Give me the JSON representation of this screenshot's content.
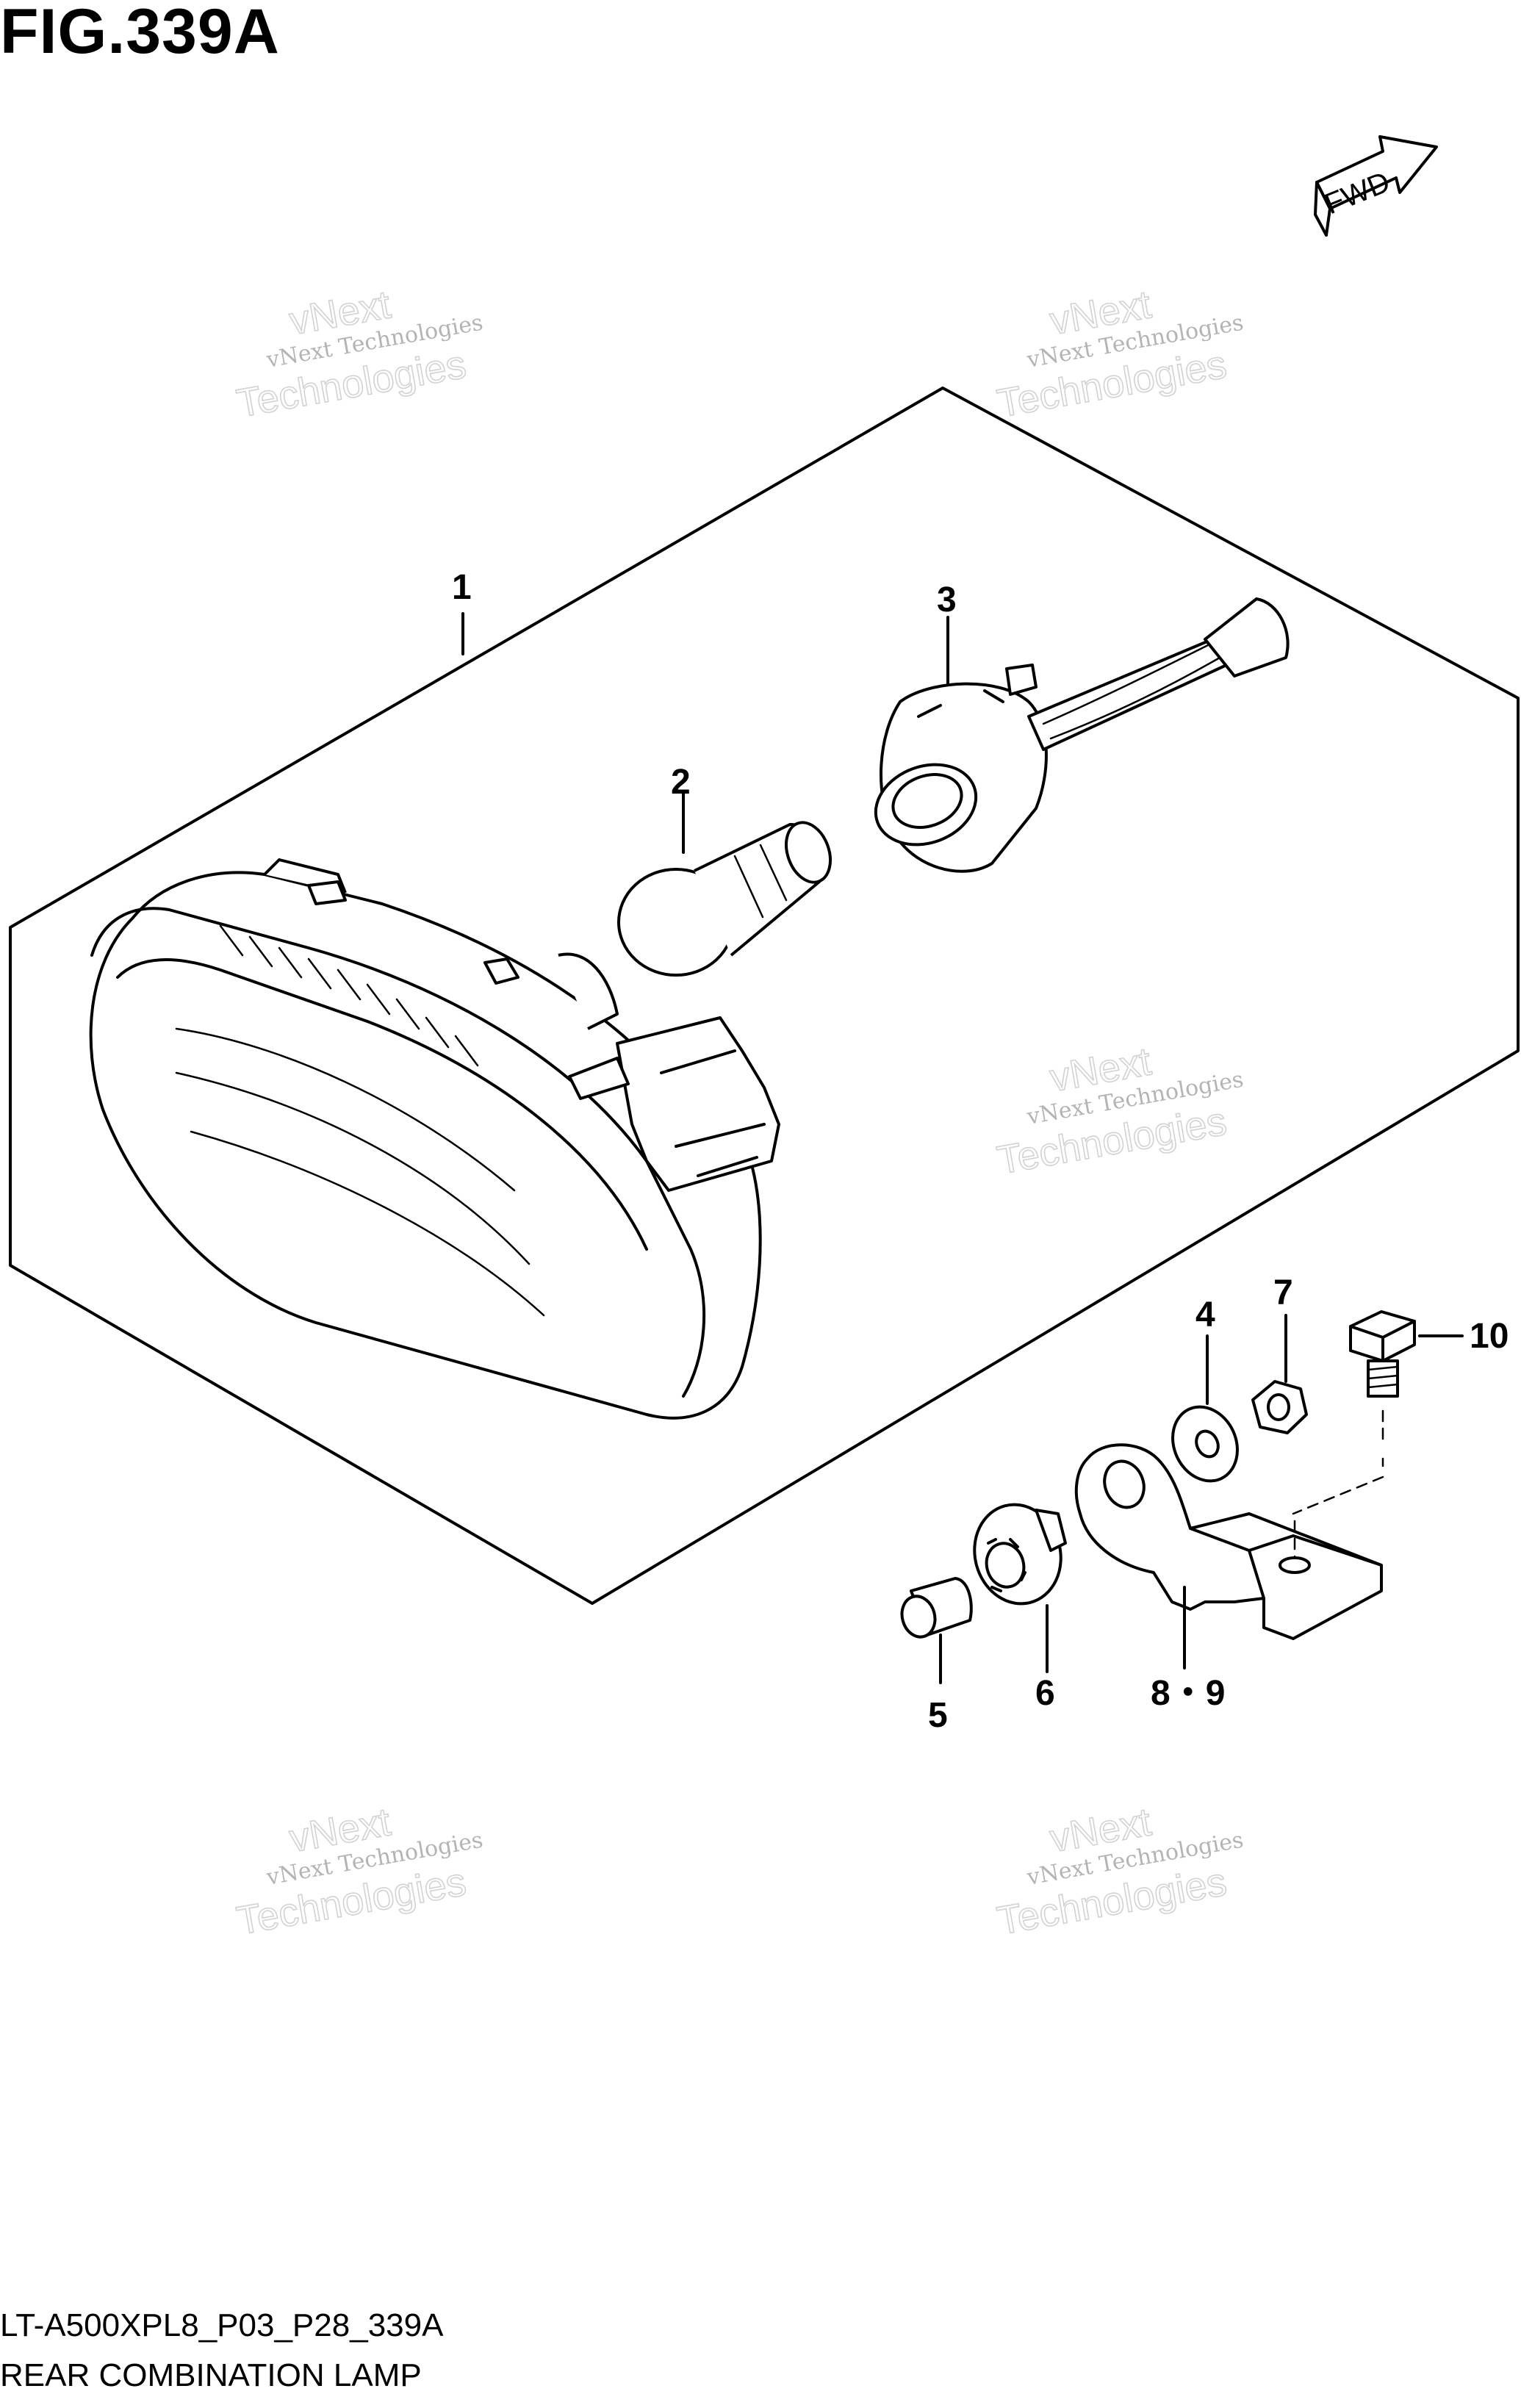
{
  "figure": {
    "title": "FIG.339A",
    "code": "LT-A500XPL8_P03_P28_339A",
    "name": "REAR COMBINATION LAMP"
  },
  "direction_marker": {
    "label": "FWD"
  },
  "callouts": [
    {
      "id": "1",
      "label": "1"
    },
    {
      "id": "2",
      "label": "2"
    },
    {
      "id": "3",
      "label": "3"
    },
    {
      "id": "4",
      "label": "4"
    },
    {
      "id": "5",
      "label": "5"
    },
    {
      "id": "6",
      "label": "6"
    },
    {
      "id": "7",
      "label": "7"
    },
    {
      "id": "8-9",
      "label": "8・9"
    },
    {
      "id": "10",
      "label": "10"
    }
  ],
  "watermark": {
    "line1": "vNext Technologies",
    "line2": "vNext",
    "line3": "Technologies"
  }
}
